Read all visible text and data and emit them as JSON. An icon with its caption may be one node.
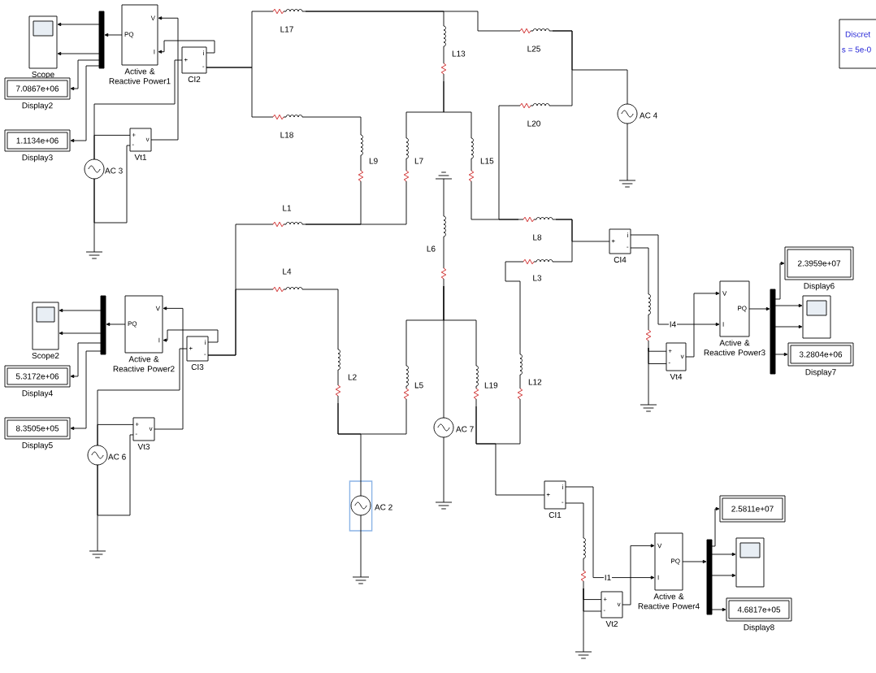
{
  "diagram": {
    "nodes": [
      {
        "text": [
          "Scope"
        ]
      },
      {
        "text": [
          "7.0867e+06",
          "Display2"
        ]
      },
      {
        "text": [
          "1.1134e+06",
          "Display3"
        ]
      },
      {
        "text": [],
        "shape": "bar"
      },
      {
        "text": [
          "V",
          "PQ",
          "I",
          "Active & Reactive Power1"
        ]
      },
      {
        "text": [
          "i",
          "+",
          "-",
          "CI2"
        ]
      },
      {
        "text": [
          "+",
          "v",
          "-",
          "Vt1"
        ]
      },
      {
        "text": [
          "AC 3"
        ]
      },
      {
        "text": [],
        "shape": "ground"
      },
      {
        "text": [
          "L17"
        ]
      },
      {
        "text": [
          "L18"
        ]
      },
      {
        "text": [
          "L13"
        ]
      },
      {
        "text": [
          "L25"
        ]
      },
      {
        "text": [
          "L20"
        ]
      },
      {
        "text": [
          "AC 4"
        ]
      },
      {
        "text": [],
        "shape": "ground"
      },
      {
        "text": [
          "L9"
        ]
      },
      {
        "text": [
          "L7"
        ]
      },
      {
        "text": [
          "L15"
        ]
      },
      {
        "text": [],
        "shape": "ground"
      },
      {
        "text": [
          "L1"
        ]
      },
      {
        "text": [
          "L8"
        ]
      },
      {
        "text": [
          "L6"
        ]
      },
      {
        "text": [
          "L3"
        ]
      },
      {
        "text": [
          "L4"
        ]
      },
      {
        "text": [
          "Scope2"
        ]
      },
      {
        "text": [
          "5.3172e+06",
          "Display4"
        ]
      },
      {
        "text": [
          "8.3505e+05",
          "Display5"
        ]
      },
      {
        "text": [],
        "shape": "bar"
      },
      {
        "text": [
          "V",
          "PQ",
          "I",
          "Active & Reactive Power2"
        ]
      },
      {
        "text": [
          "i",
          "+",
          "-",
          "CI3"
        ]
      },
      {
        "text": [
          "+",
          "v",
          "-",
          "Vt3"
        ]
      },
      {
        "text": [
          "AC 6"
        ]
      },
      {
        "text": [],
        "shape": "ground"
      },
      {
        "text": [
          "i",
          "+",
          "-",
          "CI4"
        ]
      },
      {
        "text": [],
        "shape": "coil"
      },
      {
        "text": [
          "+",
          "v",
          "-",
          "Vt4"
        ]
      },
      {
        "text": [
          "V",
          "PQ",
          "I",
          "Active & Reactive Power3"
        ]
      },
      {
        "text": [],
        "shape": "bar"
      },
      {
        "text": [
          "2.3959e+07",
          "Display6"
        ]
      },
      {
        "text": [],
        "shape": "box"
      },
      {
        "text": [
          "3.2804e+06",
          "Display7"
        ]
      },
      {
        "text": [],
        "shape": "ground"
      },
      {
        "text": [
          "L2"
        ]
      },
      {
        "text": [
          "L5"
        ]
      },
      {
        "text": [
          "L19"
        ]
      },
      {
        "text": [
          "L12"
        ]
      },
      {
        "text": [
          "AC 7"
        ]
      },
      {
        "text": [],
        "shape": "ground"
      },
      {
        "text": [
          "AC 2"
        ]
      },
      {
        "text": [],
        "shape": "ground"
      },
      {
        "text": [
          "i",
          "+",
          "-",
          "CI1"
        ]
      },
      {
        "text": [],
        "shape": "coil"
      },
      {
        "text": [
          "+",
          "v",
          "-",
          "Vt2"
        ]
      },
      {
        "text": [
          "V",
          "PQ",
          "I",
          "Active & Reactive Power4"
        ]
      },
      {
        "text": [],
        "shape": "bar"
      },
      {
        "text": [
          "2.5811e+07"
        ]
      },
      {
        "text": [],
        "shape": "box"
      },
      {
        "text": [
          "4.6817e+05",
          "Display8"
        ]
      },
      {
        "text": [],
        "shape": "ground"
      },
      {
        "text": [
          "Discret",
          "s = 5e-0"
        ]
      }
    ],
    "edges": [
      {
        "from": 4,
        "to": 3,
        "arrow": "to"
      },
      {
        "from": 3,
        "to": 0,
        "arrow": "to"
      },
      {
        "from": 3,
        "to": 0,
        "arrow": "to"
      },
      {
        "from": 3,
        "to": 1,
        "arrow": "to"
      },
      {
        "from": 3,
        "to": 2,
        "arrow": "to"
      },
      {
        "from": 6,
        "to": 4,
        "arrow": "to"
      },
      {
        "from": 5,
        "to": 4,
        "arrow": "to"
      },
      {
        "from": 7,
        "to": 5,
        "arrow": "none"
      },
      {
        "from": 7,
        "to": 6,
        "arrow": "none"
      },
      {
        "from": 7,
        "to": 6,
        "arrow": "none"
      },
      {
        "from": 7,
        "to": 8,
        "arrow": "none"
      },
      {
        "from": 5,
        "to": 9,
        "arrow": "none"
      },
      {
        "from": 5,
        "to": 10,
        "arrow": "none"
      },
      {
        "from": 9,
        "to": 11,
        "arrow": "none"
      },
      {
        "from": 9,
        "to": 12,
        "arrow": "none"
      },
      {
        "from": 12,
        "to": 13,
        "arrow": "none"
      },
      {
        "from": 12,
        "to": 14,
        "arrow": "none"
      },
      {
        "from": 14,
        "to": 15,
        "arrow": "none"
      },
      {
        "from": 10,
        "to": 16,
        "arrow": "none"
      },
      {
        "from": 11,
        "to": 17,
        "arrow": "none"
      },
      {
        "from": 11,
        "to": 18,
        "arrow": "none"
      },
      {
        "from": 20,
        "to": 16,
        "arrow": "none"
      },
      {
        "from": 20,
        "to": 17,
        "arrow": "none"
      },
      {
        "from": 30,
        "to": 20,
        "arrow": "none"
      },
      {
        "from": 30,
        "to": 24,
        "arrow": "none"
      },
      {
        "from": 18,
        "to": 21,
        "arrow": "none"
      },
      {
        "from": 13,
        "to": 21,
        "arrow": "none"
      },
      {
        "from": 21,
        "to": 23,
        "arrow": "none"
      },
      {
        "from": 21,
        "to": 34,
        "arrow": "none"
      },
      {
        "from": 23,
        "to": 46,
        "arrow": "none"
      },
      {
        "from": 24,
        "to": 43,
        "arrow": "none"
      },
      {
        "from": 19,
        "to": 22,
        "arrow": "none"
      },
      {
        "from": 22,
        "to": 44,
        "arrow": "none"
      },
      {
        "from": 22,
        "to": 45,
        "arrow": "none"
      },
      {
        "from": 22,
        "to": 47,
        "arrow": "none"
      },
      {
        "from": 47,
        "to": 48,
        "arrow": "none"
      },
      {
        "from": 43,
        "to": 44,
        "arrow": "none"
      },
      {
        "from": 43,
        "to": 49,
        "arrow": "none"
      },
      {
        "from": 49,
        "to": 50,
        "arrow": "none"
      },
      {
        "from": 45,
        "to": 46,
        "arrow": "none"
      },
      {
        "from": 45,
        "to": 51,
        "arrow": "none"
      },
      {
        "from": 29,
        "to": 28,
        "arrow": "to"
      },
      {
        "from": 28,
        "to": 25,
        "arrow": "to"
      },
      {
        "from": 28,
        "to": 25,
        "arrow": "to"
      },
      {
        "from": 28,
        "to": 26,
        "arrow": "to"
      },
      {
        "from": 28,
        "to": 27,
        "arrow": "to"
      },
      {
        "from": 31,
        "to": 29,
        "arrow": "to"
      },
      {
        "from": 30,
        "to": 29,
        "arrow": "to"
      },
      {
        "from": 32,
        "to": 30,
        "arrow": "none"
      },
      {
        "from": 32,
        "to": 31,
        "arrow": "none"
      },
      {
        "from": 32,
        "to": 31,
        "arrow": "none"
      },
      {
        "from": 32,
        "to": 33,
        "arrow": "none"
      },
      {
        "from": 34,
        "to": 37,
        "arrow": "to",
        "label": "I4"
      },
      {
        "from": 34,
        "to": 35,
        "arrow": "none"
      },
      {
        "from": 35,
        "to": 36,
        "arrow": "none"
      },
      {
        "from": 35,
        "to": 36,
        "arrow": "none"
      },
      {
        "from": 35,
        "to": 42,
        "arrow": "none"
      },
      {
        "from": 36,
        "to": 37,
        "arrow": "to"
      },
      {
        "from": 37,
        "to": 38,
        "arrow": "to"
      },
      {
        "from": 38,
        "to": 39,
        "arrow": "to"
      },
      {
        "from": 38,
        "to": 40,
        "arrow": "to"
      },
      {
        "from": 38,
        "to": 40,
        "arrow": "to"
      },
      {
        "from": 38,
        "to": 41,
        "arrow": "to"
      },
      {
        "from": 51,
        "to": 54,
        "arrow": "to",
        "label": "I1"
      },
      {
        "from": 51,
        "to": 52,
        "arrow": "none"
      },
      {
        "from": 52,
        "to": 53,
        "arrow": "none"
      },
      {
        "from": 52,
        "to": 53,
        "arrow": "none"
      },
      {
        "from": 52,
        "to": 59,
        "arrow": "none"
      },
      {
        "from": 53,
        "to": 54,
        "arrow": "to"
      },
      {
        "from": 54,
        "to": 55,
        "arrow": "to"
      },
      {
        "from": 55,
        "to": 56,
        "arrow": "to"
      },
      {
        "from": 55,
        "to": 57,
        "arrow": "to"
      },
      {
        "from": 55,
        "to": 57,
        "arrow": "to"
      },
      {
        "from": 55,
        "to": 58,
        "arrow": "to"
      }
    ]
  }
}
